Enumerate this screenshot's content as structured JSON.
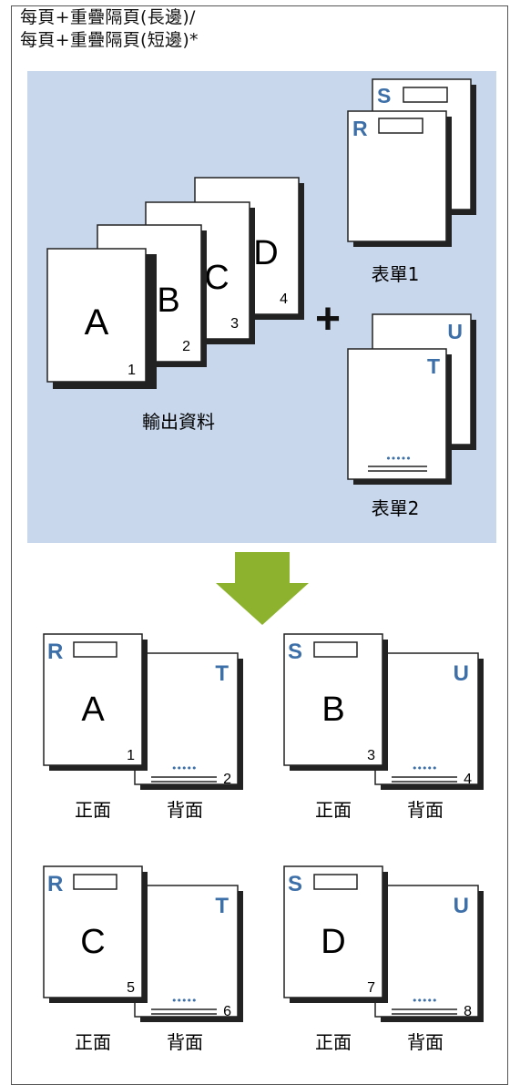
{
  "title_line1": "每頁+重疊隔頁(長邊)/",
  "title_line2": "每頁+重疊隔頁(短邊)*",
  "colors": {
    "panel_bg": "#c8d7ec",
    "accent": "#3d6fa8",
    "arrow": "#8db32e",
    "outline": "#222222"
  },
  "input": {
    "pages": [
      {
        "letter": "A",
        "number": "1"
      },
      {
        "letter": "B",
        "number": "2"
      },
      {
        "letter": "C",
        "number": "3"
      },
      {
        "letter": "D",
        "number": "4"
      }
    ],
    "output_label": "輸出資料",
    "plus": "+",
    "form1": {
      "front_letter": "R",
      "back_letter": "S",
      "label": "表單1"
    },
    "form2": {
      "front_letter": "T",
      "back_letter": "U",
      "label": "表單2",
      "dots": "•••••"
    }
  },
  "results": [
    {
      "front_form": "R",
      "letter": "A",
      "front_num": "1",
      "back_form": "T",
      "back_num": "2",
      "front_label": "正面",
      "back_label": "背面"
    },
    {
      "front_form": "S",
      "letter": "B",
      "front_num": "3",
      "back_form": "U",
      "back_num": "4",
      "front_label": "正面",
      "back_label": "背面"
    },
    {
      "front_form": "R",
      "letter": "C",
      "front_num": "5",
      "back_form": "T",
      "back_num": "6",
      "front_label": "正面",
      "back_label": "背面"
    },
    {
      "front_form": "S",
      "letter": "D",
      "front_num": "7",
      "back_form": "U",
      "back_num": "8",
      "front_label": "正面",
      "back_label": "背面"
    }
  ]
}
